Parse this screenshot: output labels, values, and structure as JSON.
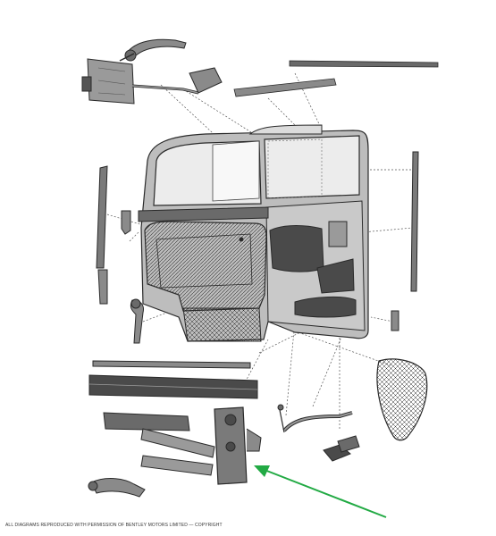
{
  "diagram": {
    "copyright": "ALL DIAGRAMS REPRODUCED WITH PERMISSION OF BENTLEY MOTORS LIMITED — COPYRIGHT",
    "colors": {
      "ink": "#2a2a2a",
      "part_fill": "#8a8a8a",
      "panel_fill": "#9b9b9b",
      "dark_fill": "#4a4a4a",
      "glass": "#ececec",
      "pointer_arrow": "#22aa44"
    },
    "parts": [
      "door-handle-top",
      "door-lock-assembly",
      "remote-control-rod",
      "weatherstrip-top-long",
      "weatherstrip-top-short",
      "door-frame",
      "window-glass",
      "window-channel-left",
      "window-channel-right",
      "door-trim-panel",
      "interior-handle",
      "window-winder-handle",
      "waist-rail-strip-1",
      "waist-rail-strip-2",
      "window-regulator",
      "door-pull",
      "check-strap",
      "striker-plate",
      "door-shell-cover"
    ]
  }
}
